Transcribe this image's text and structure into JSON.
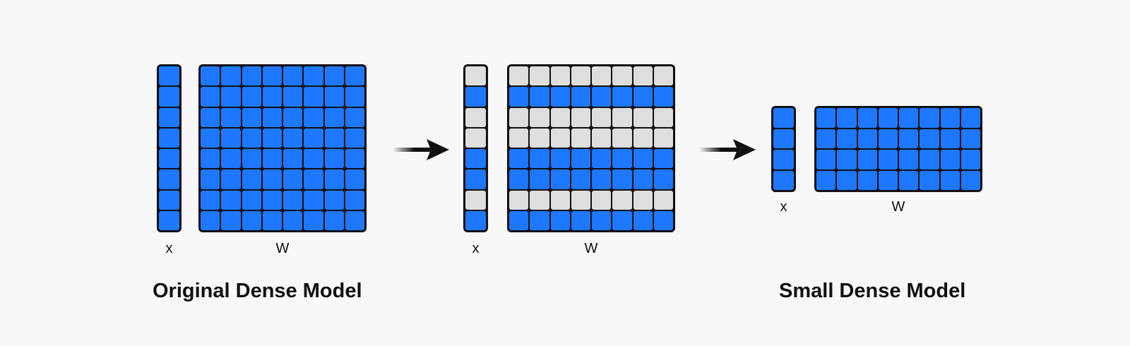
{
  "colors": {
    "active": "#1e78ff",
    "pruned": "#dedede",
    "border": "#111111",
    "background": "#f8f8f8"
  },
  "panels": [
    {
      "x_label": "x",
      "w_label": "W",
      "caption": "Original Dense Model",
      "rows": 8,
      "cols": 8,
      "row_active": [
        true,
        true,
        true,
        true,
        true,
        true,
        true,
        true
      ]
    },
    {
      "x_label": "x",
      "w_label": "W",
      "caption": "",
      "rows": 8,
      "cols": 8,
      "row_active": [
        false,
        true,
        false,
        false,
        true,
        true,
        false,
        true
      ]
    },
    {
      "x_label": "x",
      "w_label": "W",
      "caption": "Small Dense Model",
      "rows": 4,
      "cols": 8,
      "row_active": [
        true,
        true,
        true,
        true
      ]
    }
  ],
  "arrows": [
    {
      "icon": "arrow-right-icon"
    },
    {
      "icon": "arrow-right-icon"
    }
  ]
}
